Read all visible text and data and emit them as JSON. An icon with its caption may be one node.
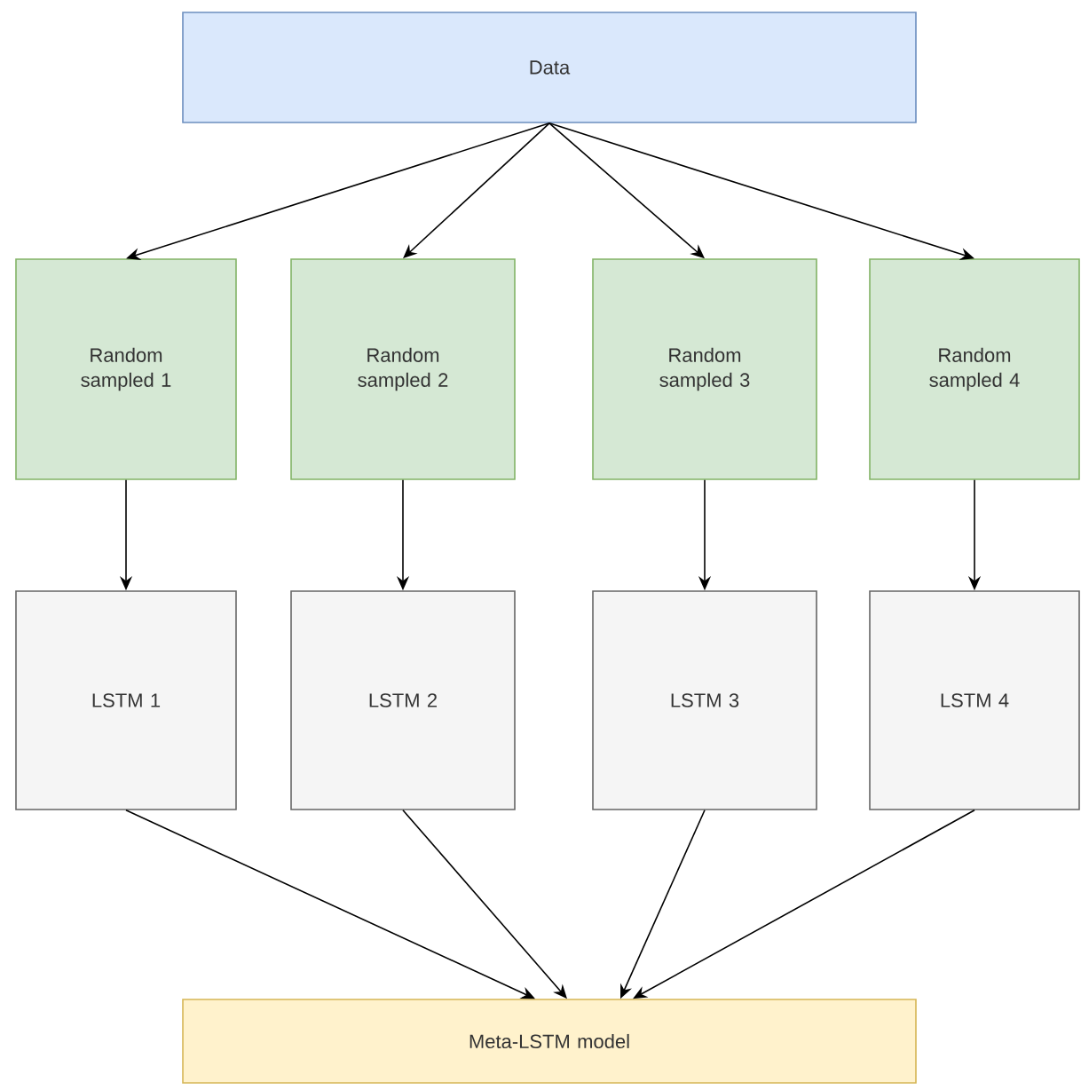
{
  "diagram": {
    "nodes": [
      {
        "text": [
          "Data"
        ]
      },
      {
        "text": [
          "Random sampled 1"
        ]
      },
      {
        "text": [
          "Random sampled 2"
        ]
      },
      {
        "text": [
          "Random sampled 3"
        ]
      },
      {
        "text": [
          "Random sampled 4"
        ]
      },
      {
        "text": [
          "LSTM 1"
        ]
      },
      {
        "text": [
          "LSTM 2"
        ]
      },
      {
        "text": [
          "LSTM 3"
        ]
      },
      {
        "text": [
          "LSTM 4"
        ]
      },
      {
        "text": [
          "Meta-LSTM model"
        ]
      }
    ],
    "edges": [
      {
        "from": 0,
        "to": 1,
        "arrow": "to"
      },
      {
        "from": 0,
        "to": 2,
        "arrow": "to"
      },
      {
        "from": 0,
        "to": 3,
        "arrow": "to"
      },
      {
        "from": 0,
        "to": 4,
        "arrow": "to"
      },
      {
        "from": 1,
        "to": 5,
        "arrow": "to"
      },
      {
        "from": 2,
        "to": 6,
        "arrow": "to"
      },
      {
        "from": 3,
        "to": 7,
        "arrow": "to"
      },
      {
        "from": 4,
        "to": 8,
        "arrow": "to"
      },
      {
        "from": 5,
        "to": 9,
        "arrow": "to"
      },
      {
        "from": 6,
        "to": 9,
        "arrow": "to"
      },
      {
        "from": 7,
        "to": 9,
        "arrow": "to"
      },
      {
        "from": 8,
        "to": 9,
        "arrow": "to"
      }
    ]
  }
}
